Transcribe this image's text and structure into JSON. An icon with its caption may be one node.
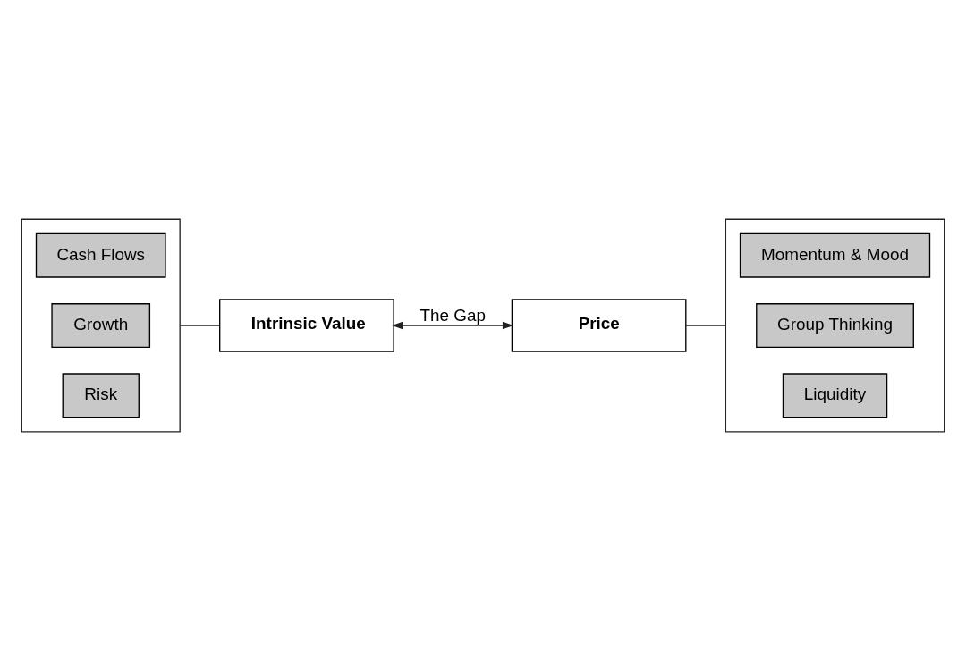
{
  "diagram": {
    "nodes": [
      {
        "text": [],
        "shape": "box"
      },
      {
        "text": [
          "Cash Flows"
        ],
        "in": 0
      },
      {
        "text": [
          "Growth"
        ],
        "in": 0
      },
      {
        "text": [
          "Risk"
        ],
        "in": 0
      },
      {
        "text": [
          "Intrinsic Value"
        ]
      },
      {
        "text": [
          "Price"
        ]
      },
      {
        "text": [],
        "shape": "box"
      },
      {
        "text": [
          "Momentum & Mood"
        ],
        "in": 6
      },
      {
        "text": [
          "Group Thinking"
        ],
        "in": 6
      },
      {
        "text": [
          "Liquidity"
        ],
        "in": 6
      }
    ],
    "edges": [
      {
        "from": 0,
        "to": 4,
        "arrow": "none"
      },
      {
        "from": 4,
        "to": 5,
        "arrow": "both",
        "label": "The Gap"
      },
      {
        "from": 5,
        "to": 6,
        "arrow": "none"
      }
    ]
  }
}
